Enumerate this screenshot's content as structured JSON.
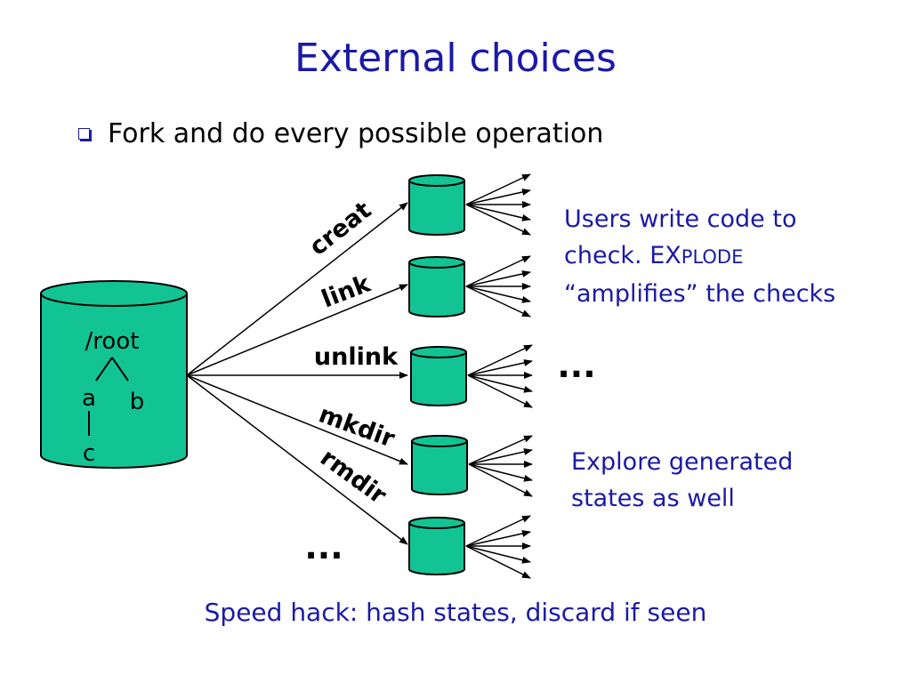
{
  "slide": {
    "title": "External choices",
    "bullet": "Fork and do every possible operation",
    "root_tree": {
      "root": "/root",
      "child_a": "a",
      "child_b": "b",
      "grandchild_c": "c"
    },
    "operations": [
      "creat",
      "link",
      "unlink",
      "mkdir",
      "rmdir"
    ],
    "ellipsis": "...",
    "note_top": {
      "line1": "Users write code to",
      "line2_a": "check. ",
      "line2_b": "EX",
      "line2_c": "PLODE",
      "line3": "“amplifies” the checks"
    },
    "note_bottom": {
      "line1": "Explore generated",
      "line2": "states as well"
    },
    "footer": "Speed hack:  hash states, discard if seen"
  },
  "colors": {
    "title": "#1a1aa6",
    "cylinder_fill": "#12c494",
    "outline": "#000000",
    "note_text": "#1a1aa6"
  }
}
